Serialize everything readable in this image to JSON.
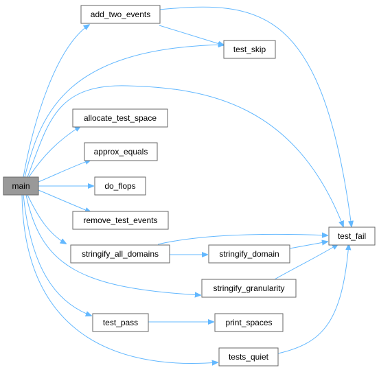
{
  "diagram": {
    "colors": {
      "edge": "#63b8ff",
      "node_fill": "#ffffff",
      "node_border": "#666666",
      "root_fill": "#999999",
      "text": "#000000"
    },
    "nodes": {
      "main": "main",
      "add_two_events": "add_two_events",
      "test_skip": "test_skip",
      "allocate_test_space": "allocate_test_space",
      "approx_equals": "approx_equals",
      "do_flops": "do_flops",
      "remove_test_events": "remove_test_events",
      "stringify_all_domains": "stringify_all_domains",
      "stringify_domain": "stringify_domain",
      "stringify_granularity": "stringify_granularity",
      "test_pass": "test_pass",
      "print_spaces": "print_spaces",
      "tests_quiet": "tests_quiet",
      "test_fail": "test_fail"
    },
    "edges": [
      {
        "from": "main",
        "to": "add_two_events"
      },
      {
        "from": "main",
        "to": "test_skip"
      },
      {
        "from": "main",
        "to": "test_fail"
      },
      {
        "from": "main",
        "to": "allocate_test_space"
      },
      {
        "from": "main",
        "to": "approx_equals"
      },
      {
        "from": "main",
        "to": "do_flops"
      },
      {
        "from": "main",
        "to": "remove_test_events"
      },
      {
        "from": "main",
        "to": "stringify_all_domains"
      },
      {
        "from": "main",
        "to": "stringify_granularity"
      },
      {
        "from": "main",
        "to": "test_pass"
      },
      {
        "from": "main",
        "to": "tests_quiet"
      },
      {
        "from": "add_two_events",
        "to": "test_skip"
      },
      {
        "from": "add_two_events",
        "to": "test_fail"
      },
      {
        "from": "stringify_all_domains",
        "to": "stringify_domain"
      },
      {
        "from": "stringify_all_domains",
        "to": "test_fail"
      },
      {
        "from": "stringify_domain",
        "to": "test_fail"
      },
      {
        "from": "stringify_granularity",
        "to": "test_fail"
      },
      {
        "from": "test_pass",
        "to": "print_spaces"
      },
      {
        "from": "tests_quiet",
        "to": "test_fail"
      }
    ]
  }
}
